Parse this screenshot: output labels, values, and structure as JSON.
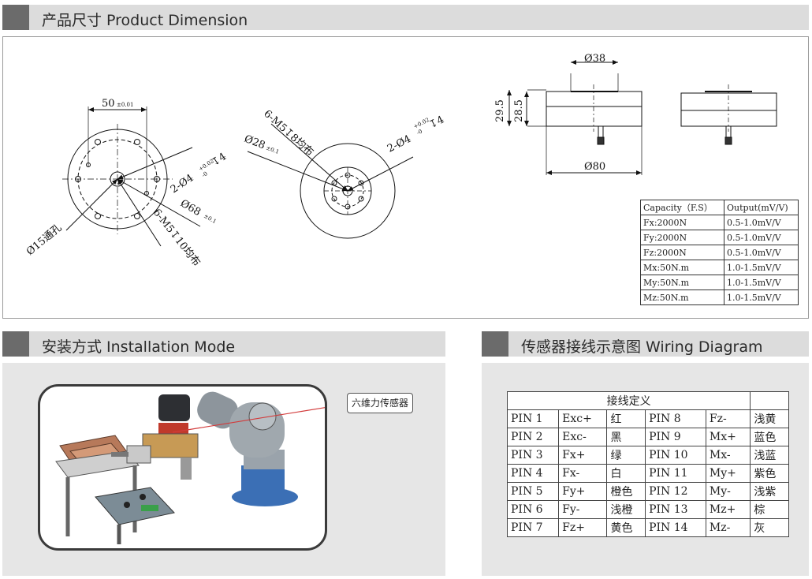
{
  "sections": {
    "dimension_title": "产品尺寸 Product Dimension",
    "install_title": "安装方式 Installation Mode",
    "wiring_title": "传感器接线示意图  Wiring Diagram"
  },
  "drawing": {
    "left_view": {
      "width_dim": "50",
      "width_tol": "±0.01",
      "hole_label": "2-Ø4",
      "hole_tol_up": "+0.02",
      "hole_tol_down": "-0",
      "hole_depth": "↧4",
      "through_label": "Ø15通孔",
      "outer_dia": "Ø68",
      "outer_tol": "±0.1",
      "thread_label": "6-M5↧10均布"
    },
    "mid_view": {
      "thread_label": "6-M5↧8均布",
      "pcd_label": "Ø28",
      "pcd_tol": "±0.1",
      "hole_label": "2-Ø4",
      "hole_tol_up": "+0.02",
      "hole_tol_down": "-0",
      "hole_depth": "↧4"
    },
    "side_view": {
      "top_dia": "Ø38",
      "height_total": "29.5",
      "height_body": "28.5",
      "bottom_dia": "Ø80"
    }
  },
  "spec_table": {
    "headers": [
      "Capacity（F.S）",
      "Output(mV/V)"
    ],
    "rows": [
      [
        "Fx:2000N",
        "0.5-1.0mV/V"
      ],
      [
        "Fy:2000N",
        "0.5-1.0mV/V"
      ],
      [
        "Fz:2000N",
        "0.5-1.0mV/V"
      ],
      [
        "Mx:50N.m",
        "1.0-1.5mV/V"
      ],
      [
        "My:50N.m",
        "1.0-1.5mV/V"
      ],
      [
        "Mz:50N.m",
        "1.0-1.5mV/V"
      ]
    ]
  },
  "install": {
    "callout": "六维力传感器"
  },
  "wiring": {
    "header": "接线定义",
    "rows": [
      [
        "PIN 1",
        "Exc+",
        "红",
        "PIN 8",
        "Fz-",
        "浅黄"
      ],
      [
        "PIN 2",
        "Exc-",
        "黑",
        "PIN 9",
        "Mx+",
        "蓝色"
      ],
      [
        "PIN 3",
        "Fx+",
        "绿",
        "PIN 10",
        "Mx-",
        "浅蓝"
      ],
      [
        "PIN 4",
        "Fx-",
        "白",
        "PIN 11",
        "My+",
        "紫色"
      ],
      [
        "PIN 5",
        "Fy+",
        "橙色",
        "PIN 12",
        "My-",
        "浅紫"
      ],
      [
        "PIN 6",
        "Fy-",
        "浅橙",
        "PIN 13",
        "Mz+",
        "棕"
      ],
      [
        "PIN 7",
        "Fz+",
        "黄色",
        "PIN 14",
        "Mz-",
        "灰"
      ]
    ]
  },
  "colors": {
    "header_bar": "#dcdcdc",
    "header_square": "#6b6b6b",
    "panel_bg": "#e6e6e6",
    "sensor_red": "#c0392b",
    "base_blue": "#3b6fb5",
    "plate_brown": "#b7795a"
  }
}
